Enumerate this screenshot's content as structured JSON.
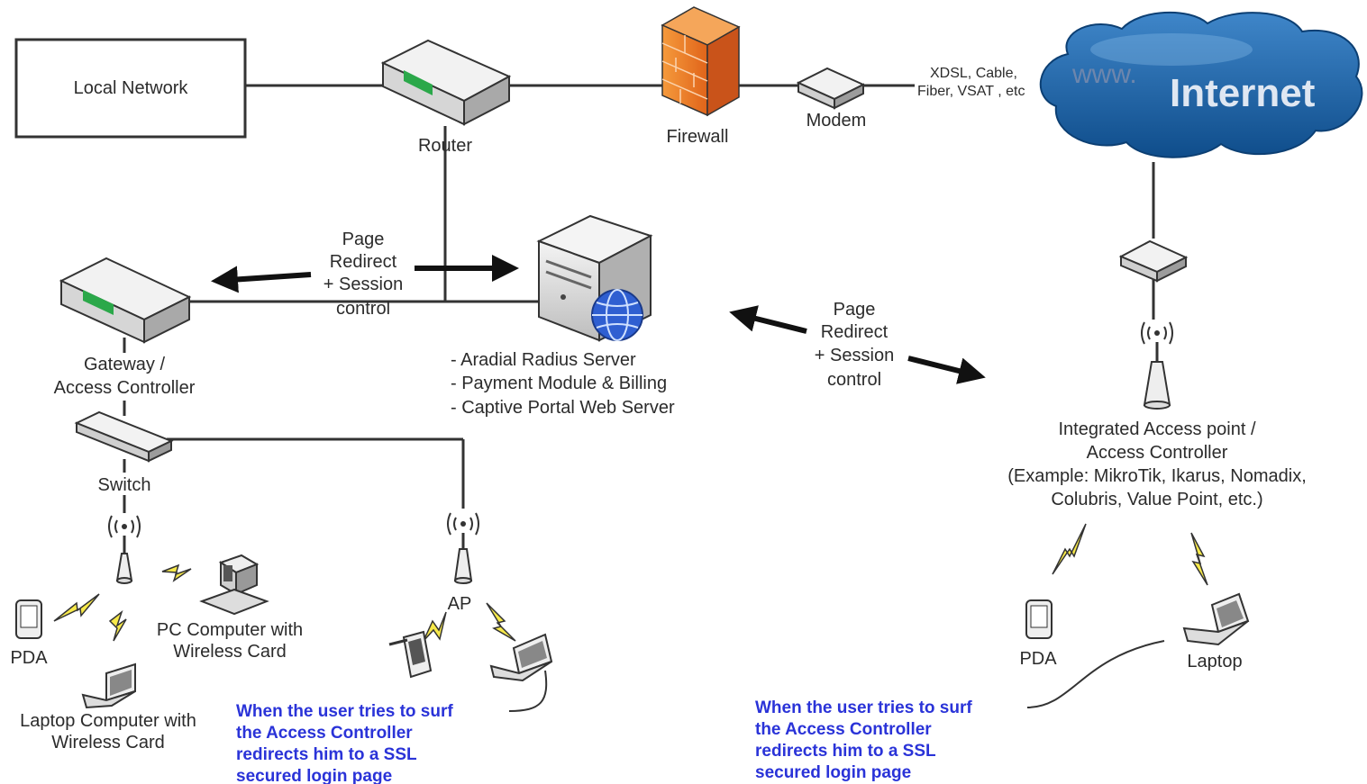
{
  "nodes": {
    "local_network": "Local Network",
    "router": "Router",
    "firewall": "Firewall",
    "modem": "Modem",
    "internet": "Internet",
    "internet_www": "www.",
    "link_type_1": "XDSL, Cable,",
    "link_type_2": "Fiber, VSAT , etc",
    "gateway_1": "Gateway /",
    "gateway_2": "Access Controller",
    "server_1": "- Aradial Radius Server",
    "server_2": "- Payment Module & Billing",
    "server_3": "- Captive Portal Web Server",
    "switch": "Switch",
    "ap": "AP",
    "pda_left": "PDA",
    "pc_1": "PC Computer with",
    "pc_2": "Wireless Card",
    "laptop_left_1": "Laptop Computer with",
    "laptop_left_2": "Wireless Card",
    "integrated_1": "Integrated Access point /",
    "integrated_2": "Access Controller",
    "integrated_3": "(Example: MikroTik, Ikarus, Nomadix,",
    "integrated_4": "Colubris, Value Point, etc.)",
    "pda_right": "PDA",
    "laptop_right": "Laptop"
  },
  "redirect_left": [
    "Page",
    "Redirect",
    "+ Session",
    "control"
  ],
  "redirect_right": [
    "Page",
    "Redirect",
    "+ Session",
    "control"
  ],
  "note_left": [
    "When the user tries to surf",
    "the Access Controller",
    "redirects him to a SSL",
    "secured login page"
  ],
  "note_right": [
    "When the user tries to surf",
    "the Access Controller",
    "redirects him to a SSL",
    "secured login page"
  ],
  "colors": {
    "note": "#2a33d8",
    "firewall": "#f07b24",
    "cloud": "#1b5f9e",
    "globe": "#2f5fd1"
  },
  "icons": [
    "router-icon",
    "firewall-icon",
    "modem-icon",
    "cloud-icon",
    "gateway-icon",
    "server-icon",
    "globe-icon",
    "switch-icon",
    "antenna-icon",
    "pda-icon",
    "pc-icon",
    "laptop-icon",
    "lightning-icon"
  ]
}
